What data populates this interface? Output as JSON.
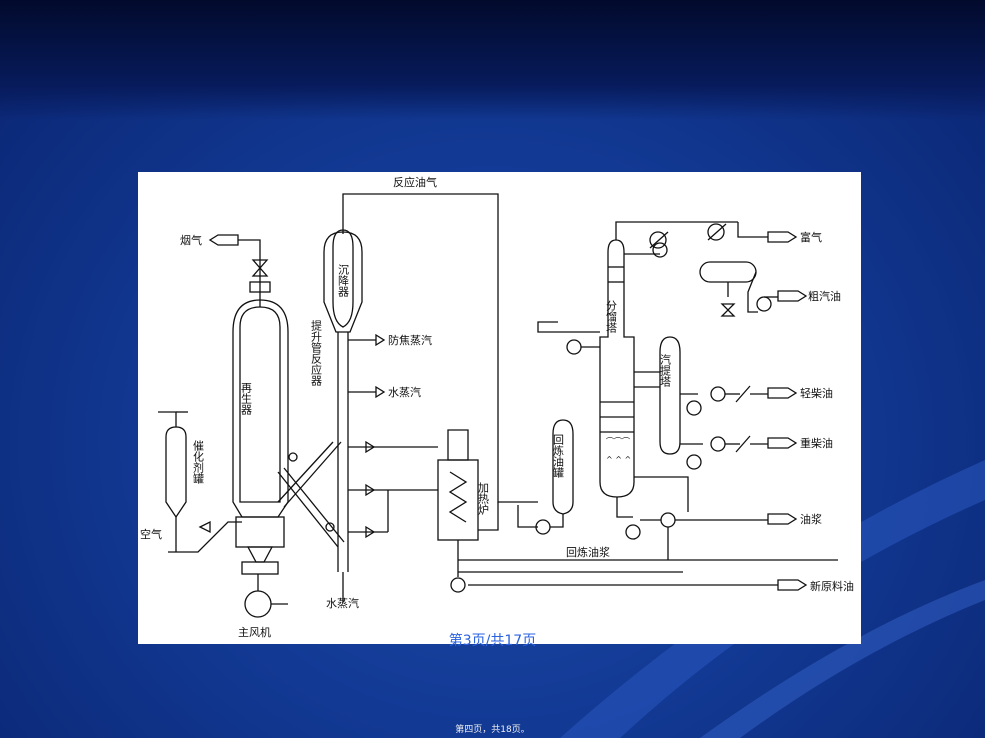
{
  "slide": {
    "background_color": "#123a95",
    "page_indicator": "第3页/共17页",
    "footer_text": "第四页，共18页。"
  },
  "diagram": {
    "top_line_label": "反应油气",
    "labels": {
      "flue_gas": "烟气",
      "regenerator": "再生器",
      "settler": "沉降器",
      "riser": "提升管反应器",
      "anti_coke_steam": "防焦蒸汽",
      "steam_mid": "水蒸汽",
      "catalyst_tank": "催化剂罐",
      "air": "空气",
      "main_blower": "主风机",
      "steam_bottom": "水蒸汽",
      "heater": "加热炉",
      "recycle_tank": "回炼油罐",
      "fractionator": "分馏塔",
      "stripper": "汽提塔",
      "recycle_slurry": "回炼油浆",
      "rich_gas": "富气",
      "crude_gasoline": "粗汽油",
      "light_diesel": "轻柴油",
      "heavy_diesel": "重柴油",
      "slurry": "油浆",
      "fresh_feed": "新原料油"
    }
  }
}
